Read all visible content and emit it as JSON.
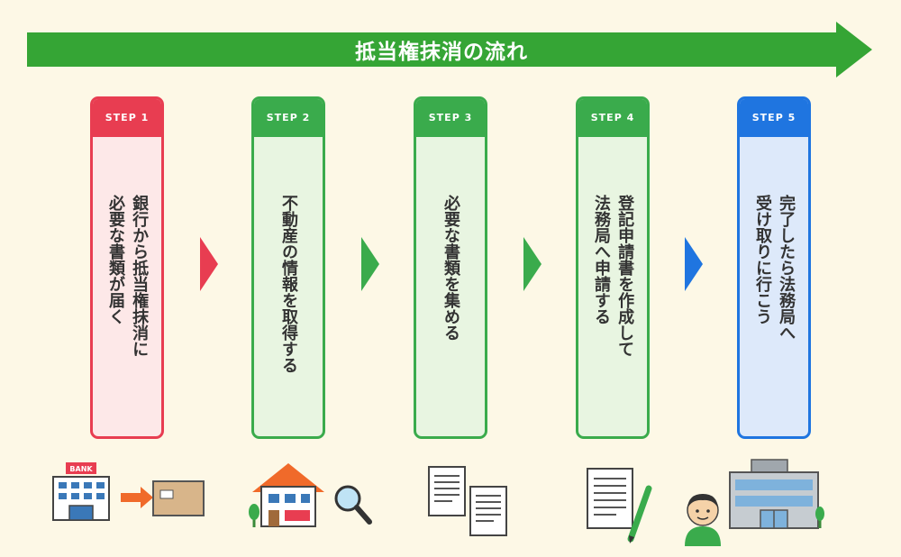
{
  "banner": {
    "title": "抵当権抹消の流れ"
  },
  "colors": {
    "banner": "#35a535",
    "background": "#fdf8e6",
    "step_red": "#e83d51",
    "step_green": "#3aab4c",
    "step_blue": "#1f75e0"
  },
  "steps": [
    {
      "label": "STEP 1",
      "lines": [
        "銀行から抵当権抹消に",
        "必要な書類が届く"
      ]
    },
    {
      "label": "STEP 2",
      "lines": [
        "不動産の情報を取得する"
      ]
    },
    {
      "label": "STEP 3",
      "lines": [
        "必要な書類を集める"
      ]
    },
    {
      "label": "STEP 4",
      "lines": [
        "登記申請書を作成して",
        "法務局へ申請する"
      ]
    },
    {
      "label": "STEP 5",
      "lines": [
        "完了したら法務局へ",
        "受け取りに行こう"
      ]
    }
  ],
  "illustrations": {
    "bank_sign": "BANK",
    "icons": [
      "bank-building-icon",
      "envelope-icon",
      "house-icon",
      "magnifier-icon",
      "documents-icon",
      "document-pen-icon",
      "person-icon",
      "office-building-icon"
    ]
  }
}
